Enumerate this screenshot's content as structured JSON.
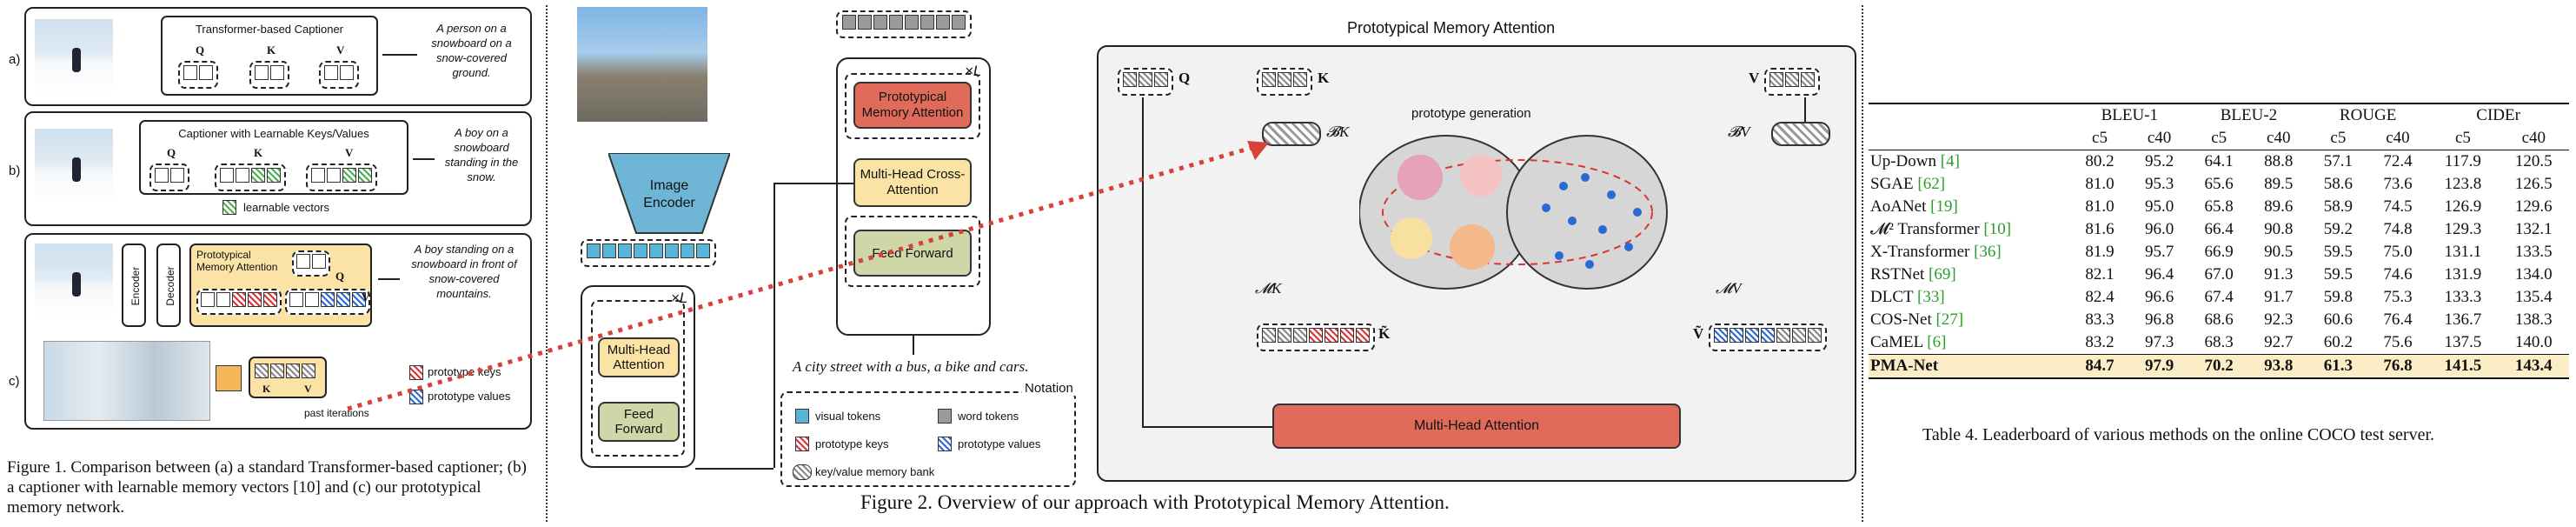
{
  "fig1": {
    "a_label": "a)",
    "b_label": "b)",
    "c_label": "c)",
    "a_title": "Transformer-based Captioner",
    "b_title": "Captioner with Learnable Keys/Values",
    "q": "Q",
    "k": "K",
    "v": "V",
    "a_caption": "A person on a snowboard on a snow-covered ground.",
    "b_caption": "A boy on a snowboard standing in the snow.",
    "c_caption": "A boy standing on a snowboard in front of snow-covered mountains.",
    "learnable_vectors": "learnable vectors",
    "encoder": "Encoder",
    "decoder": "Decoder",
    "pma_title": "Prototypical Memory Attention",
    "past_iterations": "past iterations",
    "prototype_keys": "prototype keys",
    "prototype_values": "prototype values",
    "caption": "Figure 1. Comparison between (a) a standard Transformer-based captioner; (b) a captioner with learnable memory vectors [10] and (c) our prototypical memory network."
  },
  "fig2": {
    "image_encoder": "Image Encoder",
    "multi_head_attention": "Multi-Head Attention",
    "feed_forward": "Feed Forward",
    "times_l": "×L",
    "prototypical_memory_attention": "Prototypical Memory Attention",
    "cross_attention": "Multi-Head Cross-Attention",
    "output_caption": "A city street with a bus, a bike and cars.",
    "notation_title": "Notation",
    "visual_tokens": "visual tokens",
    "word_tokens": "word tokens",
    "prototype_keys": "prototype keys",
    "prototype_values": "prototype values",
    "memory_bank": "key/value memory bank",
    "pma_panel_title": "Prototypical Memory Attention",
    "q": "Q",
    "k": "K",
    "v": "V",
    "bk": "𝓑K",
    "bv": "𝓑V",
    "mk": "𝓜K",
    "mv": "𝓜V",
    "k_tilde": "K̃",
    "v_tilde": "Ṽ",
    "prototype_generation": "prototype generation",
    "mha_bottom": "Multi-Head Attention",
    "caption": "Figure 2. Overview of our approach with Prototypical Memory Attention."
  },
  "table": {
    "headers": [
      "BLEU-1",
      "BLEU-2",
      "ROUGE",
      "CIDEr"
    ],
    "subheaders": [
      "c5",
      "c40",
      "c5",
      "c40",
      "c5",
      "c40",
      "c5",
      "c40"
    ],
    "rows": [
      {
        "method": "Up-Down",
        "cite": "[4]",
        "values": [
          "80.2",
          "95.2",
          "64.1",
          "88.8",
          "57.1",
          "72.4",
          "117.9",
          "120.5"
        ]
      },
      {
        "method": "SGAE",
        "cite": "[62]",
        "values": [
          "81.0",
          "95.3",
          "65.6",
          "89.5",
          "58.6",
          "73.6",
          "123.8",
          "126.5"
        ]
      },
      {
        "method": "AoANet",
        "cite": "[19]",
        "values": [
          "81.0",
          "95.0",
          "65.8",
          "89.6",
          "58.9",
          "74.5",
          "126.9",
          "129.6"
        ]
      },
      {
        "method": "𝓜² Transformer",
        "cite": "[10]",
        "values": [
          "81.6",
          "96.0",
          "66.4",
          "90.8",
          "59.2",
          "74.8",
          "129.3",
          "132.1"
        ]
      },
      {
        "method": "X-Transformer",
        "cite": "[36]",
        "values": [
          "81.9",
          "95.7",
          "66.9",
          "90.5",
          "59.5",
          "75.0",
          "131.1",
          "133.5"
        ]
      },
      {
        "method": "RSTNet",
        "cite": "[69]",
        "values": [
          "82.1",
          "96.4",
          "67.0",
          "91.3",
          "59.5",
          "74.6",
          "131.9",
          "134.0"
        ]
      },
      {
        "method": "DLCT",
        "cite": "[33]",
        "values": [
          "82.4",
          "96.6",
          "67.4",
          "91.7",
          "59.8",
          "75.3",
          "133.3",
          "135.4"
        ]
      },
      {
        "method": "COS-Net",
        "cite": "[27]",
        "values": [
          "83.3",
          "96.8",
          "68.6",
          "92.3",
          "60.6",
          "76.4",
          "136.7",
          "138.3"
        ]
      },
      {
        "method": "CaMEL",
        "cite": "[6]",
        "values": [
          "83.2",
          "97.3",
          "68.3",
          "92.7",
          "60.2",
          "75.6",
          "137.5",
          "140.0"
        ]
      }
    ],
    "best": {
      "method": "PMA-Net",
      "values": [
        "84.7",
        "97.9",
        "70.2",
        "93.8",
        "61.3",
        "76.8",
        "141.5",
        "143.4"
      ]
    },
    "caption": "Table 4. Leaderboard of various methods on the online COCO test server."
  },
  "colors": {
    "visual_token": "#5ab4d6",
    "encoder_blue": "#6fb6d6",
    "attention_yellow": "#fbe3a6",
    "ff_green": "#cfd6a8",
    "pma_red": "#e06b5a",
    "highlight_row": "#fbeec7",
    "dotted_arrow": "#d8403a"
  }
}
